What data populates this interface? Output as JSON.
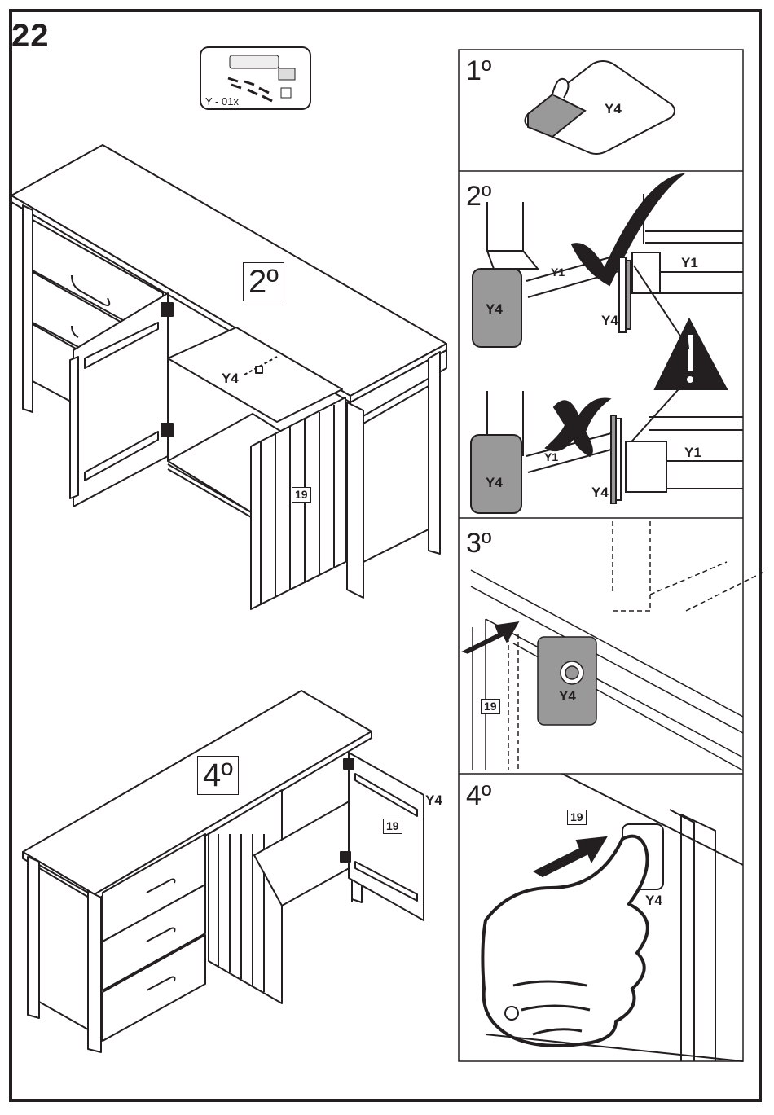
{
  "step": "22",
  "hardware": {
    "caption": "Y - 01x"
  },
  "left": {
    "upper_step": "2º",
    "lower_step": "4º",
    "part_y4": "Y4",
    "door_tag": "19",
    "lower_part_y4": "Y4",
    "lower_door_tag": "19"
  },
  "panels": [
    {
      "num": "1º",
      "labels": [
        "Y4"
      ]
    },
    {
      "num": "2º",
      "labels": [
        "Y1",
        "Y1",
        "Y4",
        "Y4",
        "Y1",
        "Y1",
        "Y4",
        "Y4"
      ]
    },
    {
      "num": "3º",
      "labels": [
        "Y4",
        "19"
      ]
    },
    {
      "num": "4º",
      "labels": [
        "19",
        "Y4"
      ]
    }
  ]
}
